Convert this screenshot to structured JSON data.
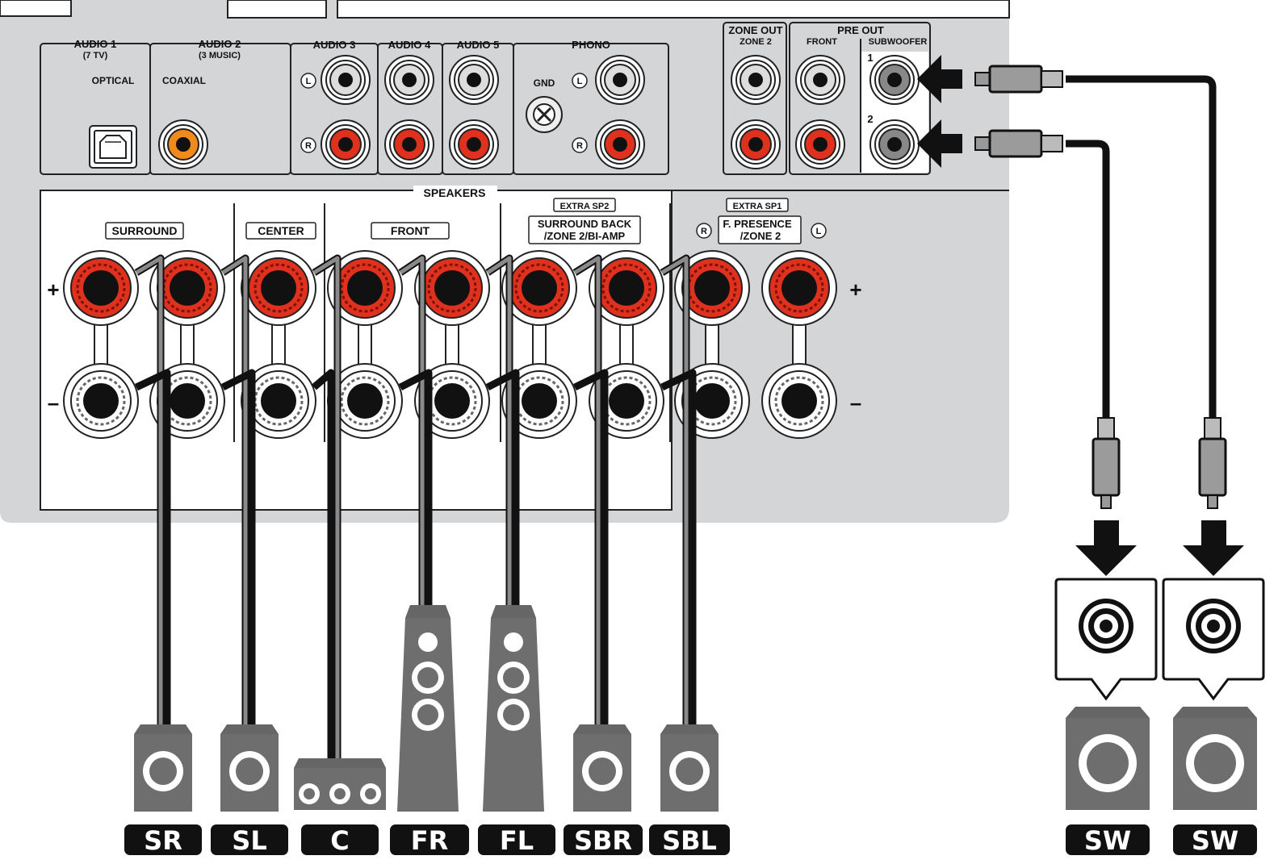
{
  "panel": {
    "input_groups": [
      {
        "title": "AUDIO 1",
        "sub": "(7 TV)",
        "type": "OPTICAL"
      },
      {
        "title": "AUDIO 2",
        "sub": "(3 MUSIC)",
        "type": "COAXIAL"
      },
      {
        "title": "AUDIO 3"
      },
      {
        "title": "AUDIO 4"
      },
      {
        "title": "AUDIO 5"
      },
      {
        "title": "PHONO",
        "gnd": "GND"
      }
    ],
    "channel_l": "L",
    "channel_r": "R",
    "zone_out": {
      "title": "ZONE OUT",
      "sub": "ZONE 2"
    },
    "pre_out": {
      "title": "PRE OUT",
      "front": "FRONT",
      "subwoofer": "SUBWOOFER",
      "port1": "1",
      "port2": "2"
    },
    "speakers": {
      "title": "SPEAKERS",
      "plus": "+",
      "minus": "–",
      "surround": "SURROUND",
      "center": "CENTER",
      "front": "FRONT",
      "extra_sp2": "EXTRA SP2",
      "surround_back_1": "SURROUND BACK",
      "surround_back_2": "/ZONE 2/BI-AMP",
      "extra_sp1": "EXTRA SP1",
      "presence_1": "F. PRESENCE",
      "presence_2": "/ZONE 2"
    }
  },
  "speaker_labels": [
    "SR",
    "SL",
    "C",
    "FR",
    "FL",
    "SBR",
    "SBL",
    "SW",
    "SW"
  ],
  "colors": {
    "panel": "#d3d5d6",
    "terminal_red": "#e0301e",
    "coax_orange": "#f08a1c",
    "cable_black": "#111111",
    "cable_gray": "#8a8a8a",
    "speaker_gray": "#6e6e6e"
  }
}
